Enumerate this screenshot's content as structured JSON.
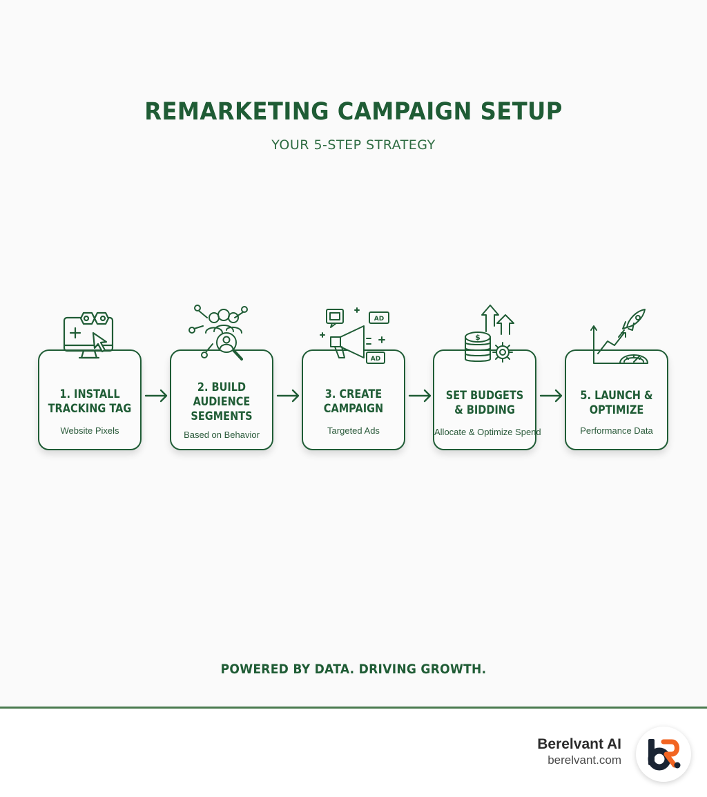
{
  "header": {
    "title": "REMARKETING CAMPAIGN SETUP",
    "subtitle": "YOUR 5-STEP STRATEGY"
  },
  "steps": [
    {
      "title_lines": [
        "1. INSTALL",
        "TRACKING TAG"
      ],
      "subtitle": "Website Pixels",
      "icon": "monitor-cursor-icon"
    },
    {
      "title_lines": [
        "2. BUILD",
        "AUDIENCE",
        "SEGMENTS"
      ],
      "subtitle": "Based on Behavior",
      "icon": "audience-search-icon"
    },
    {
      "title_lines": [
        "3. CREATE",
        "CAMPAIGN"
      ],
      "subtitle": "Targeted Ads",
      "icon": "megaphone-ads-icon",
      "badge_text": "AD"
    },
    {
      "title_lines": [
        "SET BUDGETS",
        "& BIDDING"
      ],
      "subtitle": "Allocate & Optimize Spend",
      "icon": "coins-gear-icon"
    },
    {
      "title_lines": [
        "5. LAUNCH &",
        "OPTIMIZE"
      ],
      "subtitle": "Performance Data",
      "icon": "rocket-gauge-icon"
    }
  ],
  "tagline": "POWERED BY DATA. DRIVING GROWTH.",
  "brand": {
    "name": "Berelvant AI",
    "url": "berelvant.com"
  },
  "colors": {
    "primary": "#1f5c35",
    "accent": "#f26522",
    "dark": "#1a2433"
  }
}
